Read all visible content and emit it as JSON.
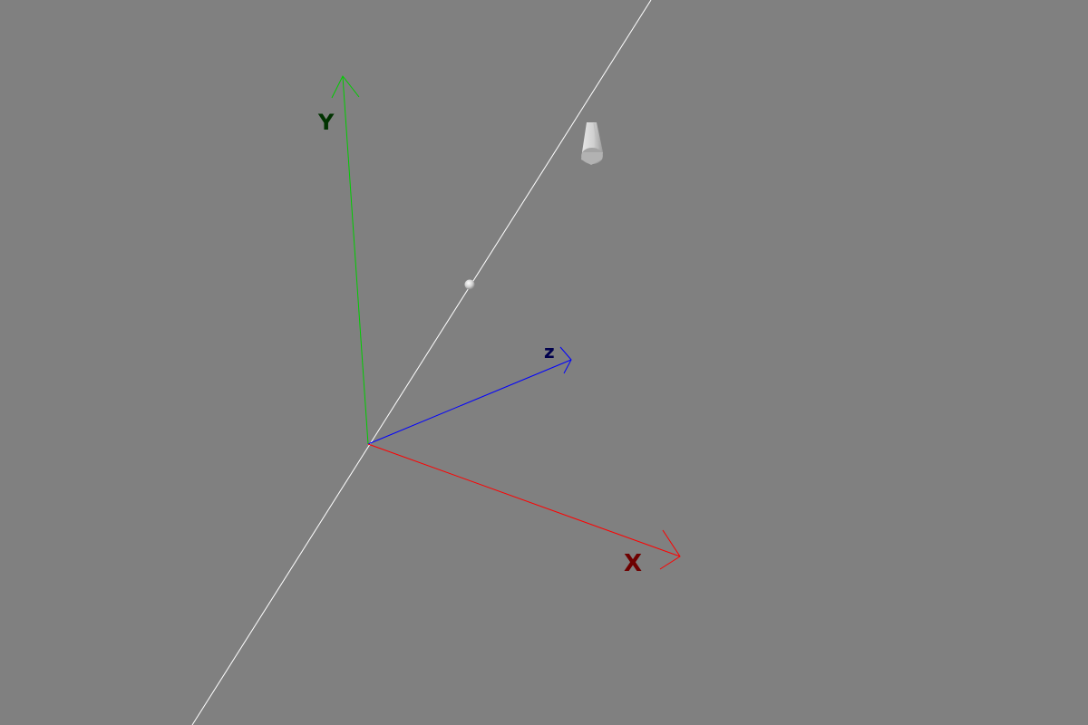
{
  "scene": {
    "background": "#808080",
    "axes": {
      "x": {
        "label": "X",
        "color": "#ff0000",
        "label_color": "#6e0000"
      },
      "y": {
        "label": "Y",
        "color": "#00cc00",
        "label_color": "#003300"
      },
      "z": {
        "label": "z",
        "color": "#0000ff",
        "label_color": "#00004d"
      }
    },
    "ray": {
      "color": "#ffffff",
      "description": "ray-line"
    },
    "objects": [
      {
        "kind": "sphere",
        "color": "#dddddd"
      },
      {
        "kind": "cone",
        "color": "#cfcfcf"
      }
    ]
  }
}
